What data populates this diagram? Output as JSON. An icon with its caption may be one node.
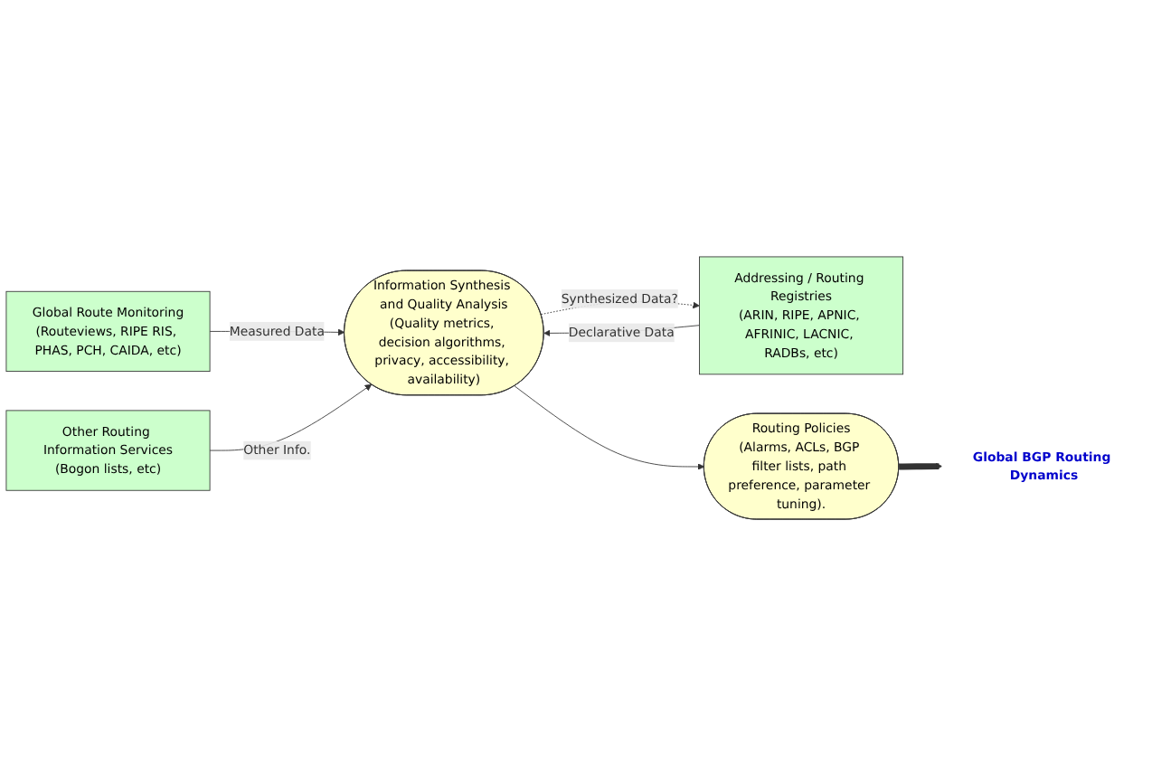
{
  "diagram": {
    "nodes": [
      {
        "text": [
          "Global Route Monitoring",
          "(Routeviews, RIPE RIS, PHAS, PCH, CAIDA, etc)"
        ]
      },
      {
        "text": [
          "Information Synthesis and Quality Analysis",
          "(Quality metrics, decision algorithms, privacy, accessibility, availability)"
        ]
      },
      {
        "text": [
          "Addressing / Routing Registries",
          "(ARIN, RIPE, APNIC, AFRINIC, LACNIC, RADBs, etc)"
        ]
      },
      {
        "text": [
          "Routing Policies",
          "(Alarms, ACLs, BGP filter lists, path preference, parameter tuning)."
        ]
      },
      {
        "text": [
          "Other Routing Information Services",
          "(Bogon lists, etc)"
        ]
      },
      {
        "text": [
          "Global BGP Routing Dynamics"
        ]
      }
    ],
    "edges": [
      {
        "from": 0,
        "to": 1,
        "arrow": "to",
        "label": "Measured Data"
      },
      {
        "from": 1,
        "to": 2,
        "arrow": "to",
        "label": "Synthesized Data?",
        "style": "dashed"
      },
      {
        "from": 2,
        "to": 1,
        "arrow": "to",
        "label": "Declarative Data"
      },
      {
        "from": 4,
        "to": 1,
        "arrow": "to",
        "label": "Other Info."
      },
      {
        "from": 1,
        "to": 3,
        "arrow": "to"
      },
      {
        "from": 3,
        "to": 5,
        "arrow": "to",
        "style": "thick"
      }
    ]
  }
}
